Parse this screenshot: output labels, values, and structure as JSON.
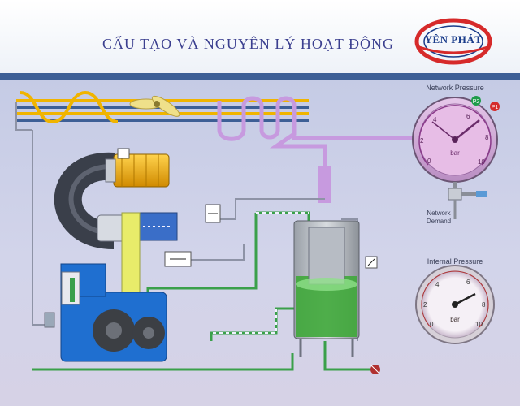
{
  "header": {
    "title": "CẤU TẠO VÀ NGUYÊN LÝ HOẠT ĐỘNG",
    "logo_text": "YÊN PHÁT"
  },
  "diagram": {
    "network_pressure_label": "Network Pressure",
    "network_demand_label": "Network\nDemand",
    "internal_pressure_label": "Internal Pressure",
    "p2_label": "P2",
    "p1_label": "P1",
    "network_gauge_unit": "bar",
    "internal_gauge_unit": "bar",
    "network_gauge_ticks": [
      "0",
      "2",
      "4",
      "6",
      "8",
      "10"
    ],
    "internal_gauge_ticks": [
      "0",
      "2",
      "4",
      "6",
      "8",
      "10"
    ],
    "colors": {
      "title": "#3b3f8f",
      "header_band": "#3d5f96",
      "cooler_pipe": "#f0b400",
      "discharge_pipe": "#c79adf",
      "oil_pipe": "#3aa04a",
      "compressor_body": "#1f6fd0",
      "separator": "#3fa83a",
      "motor": "#f3b300"
    }
  }
}
